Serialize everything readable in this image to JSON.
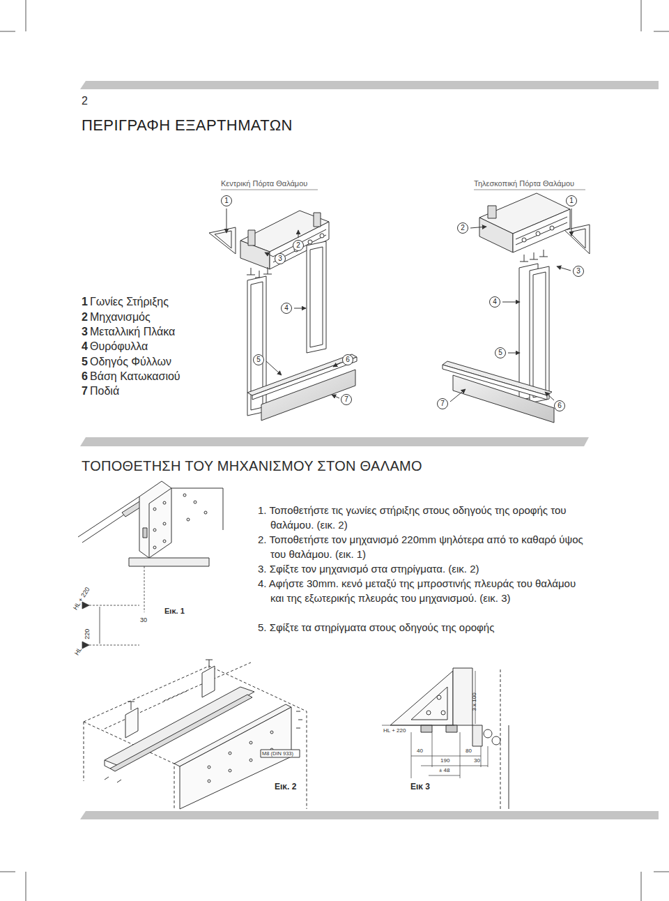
{
  "diagram": {
    "title": "ΠΕΡΙΓΡΑΦΗ ΕΞΑΡΤΗΜΑΤΩΝ",
    "nodes": [
      {
        "text": [
          "1"
        ]
      },
      {
        "text": [
          "2"
        ]
      },
      {
        "text": [
          "3"
        ]
      },
      {
        "text": [
          "4"
        ]
      },
      {
        "text": [
          "5"
        ]
      },
      {
        "text": [
          "6"
        ]
      },
      {
        "text": [
          "7"
        ]
      },
      {
        "text": [
          "1"
        ]
      },
      {
        "text": [
          "2"
        ]
      },
      {
        "text": [
          "3"
        ]
      },
      {
        "text": [
          "4"
        ]
      },
      {
        "text": [
          "5"
        ]
      },
      {
        "text": [
          "6"
        ]
      },
      {
        "text": [
          "7"
        ]
      }
    ],
    "labels": [
      "2",
      "Κεντρική Πόρτα Θαλάμου",
      "Τηλεσκοπική Πόρτα Θαλάμου",
      "1",
      "Γωνίες Στήριξης",
      "2",
      "Μηχανισμός",
      "3",
      "Μεταλλική Πλάκα",
      "4",
      "Θυρόφυλλα",
      "5",
      "Οδηγός Φύλλων",
      "6",
      "Βάση Κατωκασιού",
      "7",
      "Ποδιά",
      "ΤΟΠΟΘΕΤΗΣΗ ΤΟΥ ΜΗΧΑΝΙΣΜΟΥ ΣΤΟΝ ΘΑΛΑΜΟ",
      "1. Τοποθετήστε τις γωνίες στήριξης στους οδηγούς της οροφής του θαλάμου. (εικ. 2)",
      "2. Τοποθετήστε τον μηχανισμό 220mm ψηλότερα από το καθαρό ύψος του θαλάμου. (εικ. 1)",
      "3. Σφίξτε τον μηχανισμό στα στηρίγματα. (εικ. 2)",
      "4. Αφήστε 30mm. κενό μεταξύ της μπροστινής πλευράς του θαλάμου και της εξωτερικής πλευράς του μηχανισμού. (εικ. 3)",
      "5. Σφίξτε τα στηρίγματα στους οδηγούς της οροφής",
      "HL + 220",
      "220",
      "HL",
      "30",
      "Εικ. 1",
      "M8 (DIN 933)",
      "Εικ. 2",
      "HL + 220",
      "3 x 100",
      "40",
      "80",
      "190",
      "30",
      "± 48",
      "Εικ 3"
    ]
  }
}
